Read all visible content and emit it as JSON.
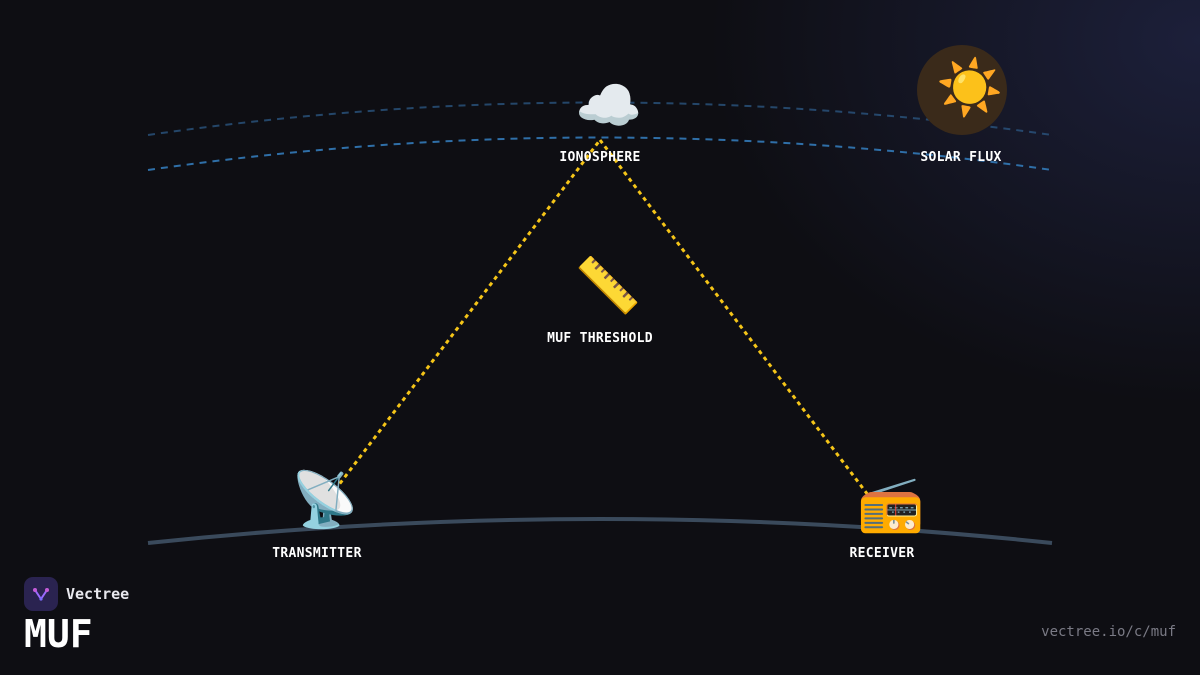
{
  "nodes": {
    "ionosphere": {
      "icon": "cloud-icon",
      "glyph": "☁️",
      "label": "IONOSPHERE"
    },
    "solar_flux": {
      "icon": "sun-icon",
      "glyph": "☀️",
      "label": "SOLAR FLUX"
    },
    "muf_threshold": {
      "icon": "ruler-icon",
      "glyph": "📏",
      "label": "MUF THRESHOLD"
    },
    "transmitter": {
      "icon": "satellite-dish-icon",
      "glyph": "📡",
      "label": "TRANSMITTER"
    },
    "receiver": {
      "icon": "radio-icon",
      "glyph": "📻",
      "label": "RECEIVER"
    }
  },
  "colors": {
    "signal_path": "#f5c518",
    "ionosphere_layer": "#2f6fa8",
    "ground": "#3a4a5c",
    "sun_disc": "#3a2a1a"
  },
  "brand": {
    "name": "Vectree",
    "logo_icon": "vectree-logo-icon"
  },
  "title": "MUF",
  "url": "vectree.io/c/muf"
}
